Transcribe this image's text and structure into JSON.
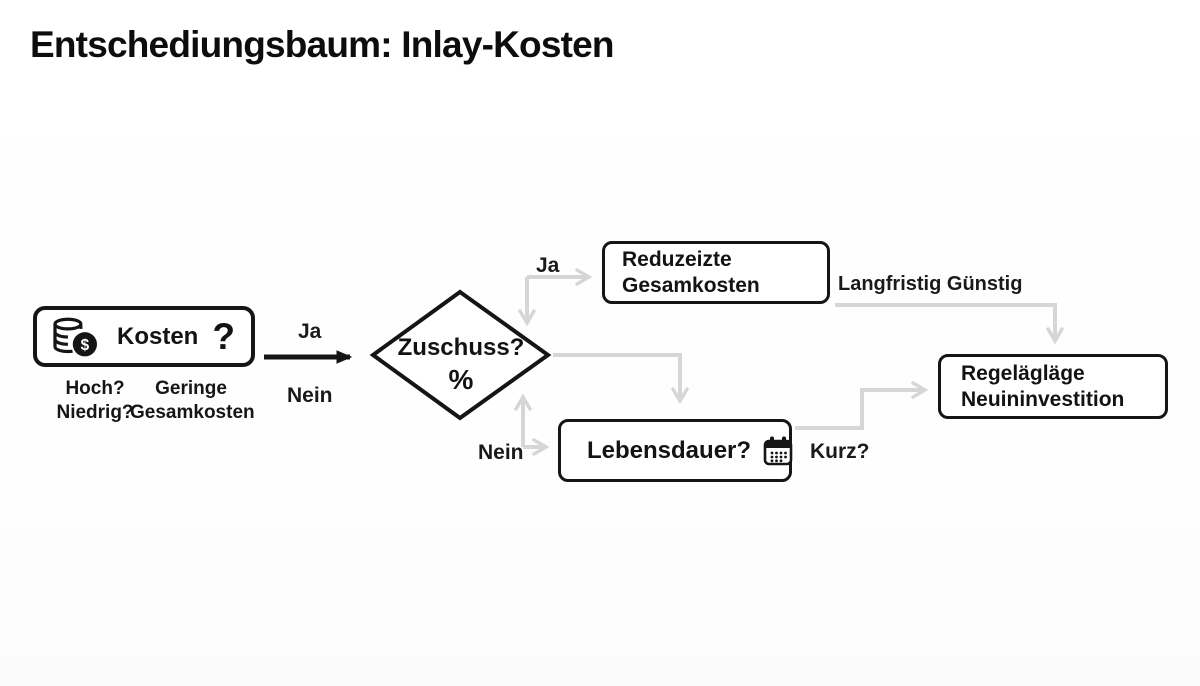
{
  "title": "Entschediungsbaum: Inlay-Kosten",
  "colors": {
    "ink": "#151515",
    "arrow_gray": "#d6d6d6"
  },
  "nodes": {
    "kosten": {
      "label": "Kosten",
      "question_mark": "?",
      "icon": "coins-dollar-icon",
      "sub_left": {
        "line1": "Hoch?",
        "line2": "Niedrig?"
      },
      "sub_right": {
        "line1": "Geringe",
        "line2": "Gesamkosten"
      }
    },
    "zuschuss": {
      "line1": "Zuschuss?",
      "line2": "%"
    },
    "reduzeizte": {
      "line1": "Reduzeizte",
      "line2": "Gesamkosten"
    },
    "lebensdauer": {
      "label": "Lebensdauer?",
      "icon": "calendar-icon"
    },
    "regelaglage": {
      "line1": "Regelägläge",
      "line2": "Neuininvestition"
    }
  },
  "edges": {
    "ja_main": "Ja",
    "nein_main": "Nein",
    "ja_top": "Ja",
    "nein_bottom": "Nein",
    "langfristig": "Langfristig Günstig",
    "kurz": "Kurz?"
  }
}
